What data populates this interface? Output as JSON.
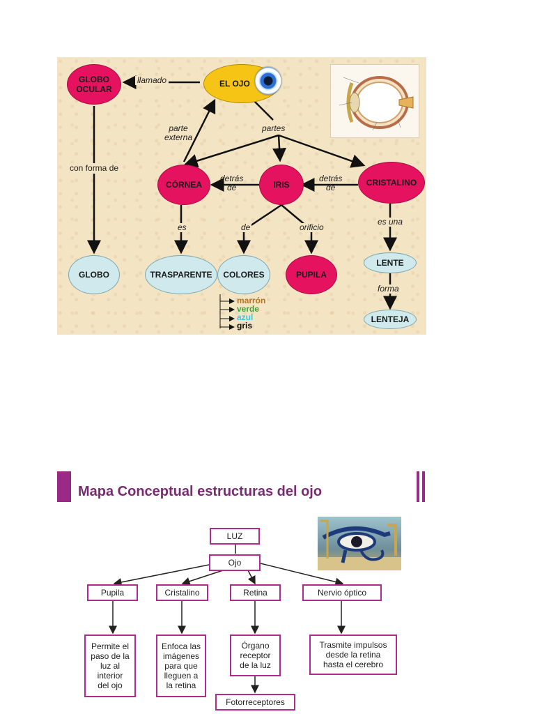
{
  "map1": {
    "nodes": {
      "globo_ocular": "GLOBO\nOCULAR",
      "el_ojo": "EL OJO",
      "cornea": "CÓRNEA",
      "iris": "IRIS",
      "cristalino": "CRISTALINO",
      "globo": "GLOBO",
      "trasparente": "TRASPARENTE",
      "colores": "COLORES",
      "pupila": "PUPILA",
      "lente": "LENTE",
      "lenteja": "LENTEJA"
    },
    "labels": {
      "llamado": "llamado",
      "parte_externa": "parte\nexterna",
      "partes": "partes",
      "con_forma_de": "con forma de",
      "detras_de_1": "detrás\nde",
      "detras_de_2": "detrás\nde",
      "es": "es",
      "de": "de",
      "orificio": "orificio",
      "es_una": "es una",
      "forma": "forma"
    },
    "colors_list": [
      {
        "text": "marrón",
        "color": "#b8741a"
      },
      {
        "text": "verde",
        "color": "#3aa63a"
      },
      {
        "text": "azul",
        "color": "#38c8e8"
      },
      {
        "text": "gris",
        "color": "#111111"
      }
    ]
  },
  "map2": {
    "title": "Mapa Conceptual estructuras del ojo",
    "luz": "LUZ",
    "ojo": "Ojo",
    "branches": [
      "Pupila",
      "Cristalino",
      "Retina",
      "Nervio óptico"
    ],
    "descriptions": [
      "Permite el\npaso de la\nluz al\ninterior\ndel ojo",
      "Enfoca las\nimágenes\npara que\nlleguen a\nla retina",
      "Órgano\nreceptor\nde la luz",
      "Trasmite impulsos\ndesde la retina\nhasta el cerebro"
    ],
    "fotorreceptores": "Fotorreceptores"
  },
  "colors": {
    "pink_node": "#e5125f",
    "blue_node": "#cfe9ec",
    "yellow_node": "#f5c415",
    "map_background": "#f3e4c4",
    "accent_purple": "#9a2a86",
    "box_border": "#b02a90"
  }
}
